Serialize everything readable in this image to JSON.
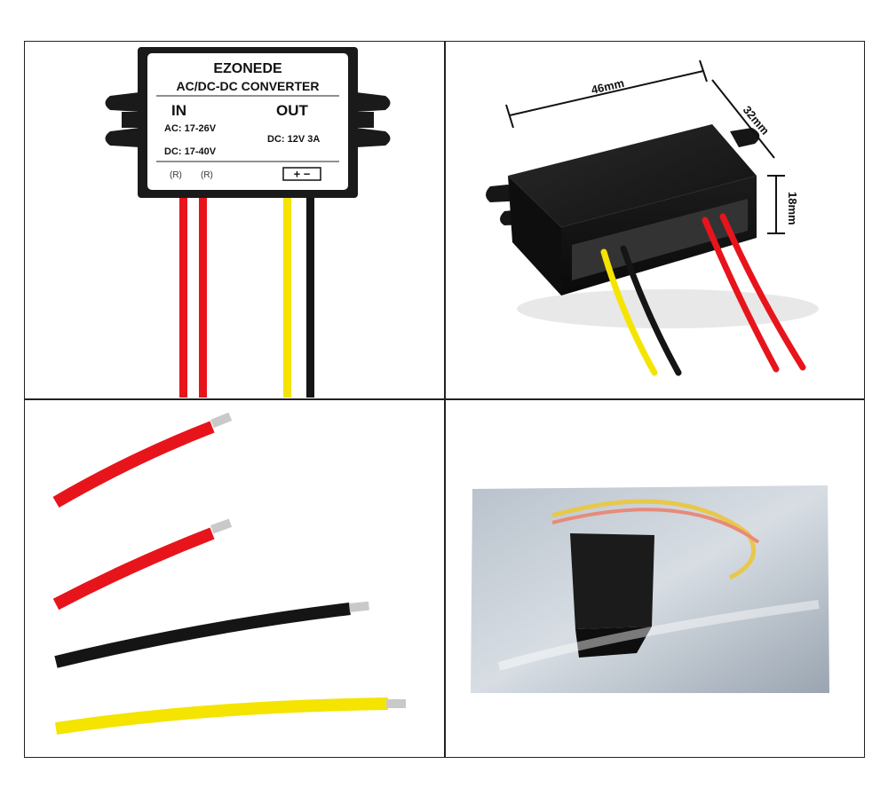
{
  "label": {
    "brand": "EZONEDE",
    "product": "AC/DC-DC CONVERTER",
    "in_heading": "IN",
    "out_heading": "OUT",
    "ac_range": "AC: 17-26V",
    "dc_range": "DC: 17-40V",
    "dc_out": "DC: 12V 3A",
    "wire_mark_1": "(R)",
    "wire_mark_2": "(R)",
    "polarity": "+ −"
  },
  "dimensions": {
    "length": "46mm",
    "width": "32mm",
    "height": "18mm"
  },
  "colors": {
    "red_wire": "#e8141c",
    "black_wire": "#151515",
    "yellow_wire": "#f4e400",
    "case": "#1a1a1a",
    "label_bg": "#ffffff"
  }
}
